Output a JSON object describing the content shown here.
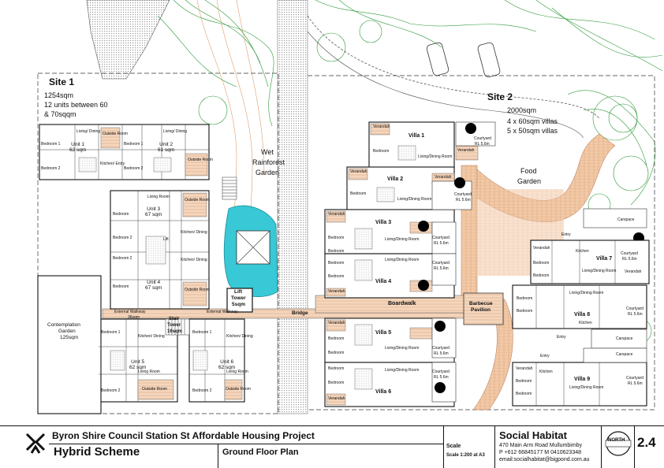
{
  "site1": {
    "title": "Site 1",
    "area": "1254sqm",
    "desc1": "12 units between 60",
    "desc2": "& 70sqqm"
  },
  "site2": {
    "title": "Site 2",
    "area": "2000sqm",
    "line1": "4 x 60sqm villas",
    "line2": "5 x 50sqm villas"
  },
  "labels": {
    "wet_garden_1": "Wet",
    "wet_garden_2": "Rainforest",
    "wet_garden_3": "Garden",
    "food_garden_1": "Food",
    "food_garden_2": "Garden",
    "lift_tower_1": "Lift",
    "lift_tower_2": "Tower",
    "lift_tower_3": "5sqm",
    "stair_tower_1": "Stair",
    "stair_tower_2": "Tower",
    "stair_tower_3": "16sqm",
    "bridge": "Bridge",
    "boardwalk": "Boardwalk",
    "bbq_1": "Barbecue",
    "bbq_2": "Pavilion",
    "contemplation_1": "Contemplation",
    "contemplation_2": "Garden",
    "contemplation_3": "125sqm",
    "ext_walkway": "External Walkway",
    "ext_walkway_area": "36sqm",
    "carspace": "Carspace"
  },
  "rooms": {
    "bedroom": "Bedroom",
    "bedroom1": "Bedroom 1",
    "bedroom2": "Bedroom 2",
    "living_dining": "Living/ Dining",
    "living_dining_room": "Living/Dining Room",
    "living_room": "Living Room",
    "outside_room": "Outside Room",
    "kitchen": "Kitchen",
    "kitchen_dining": "Kitchen/ Dining",
    "kitchen_entry": "Kitchen/ Entry",
    "entry": "Entry",
    "verandah": "Verandah",
    "courtyard": "Courtyard",
    "rl": "RL 5.6m",
    "lift": "Lift"
  },
  "units": [
    {
      "name": "Unit 1",
      "area": "62 sqm"
    },
    {
      "name": "Unit 2",
      "area": "61 sqm"
    },
    {
      "name": "Unit 3",
      "area": "67 sqm"
    },
    {
      "name": "Unit 4",
      "area": "67 sqm"
    },
    {
      "name": "Unit 5",
      "area": "62 sqm"
    },
    {
      "name": "Unit 6",
      "area": "62 sqm"
    }
  ],
  "villas": [
    "Villa 1",
    "Villa 2",
    "Villa 3",
    "Villa 4",
    "Villa 5",
    "Villa 6",
    "Villa 7",
    "Villa 8",
    "Villa 9"
  ],
  "title_block": {
    "project": "Byron Shire Council Station St Affordable Housing Project",
    "scheme": "Hybrid Scheme",
    "drawing": "Ground Floor Plan",
    "scale_label": "Scale",
    "scale_value": "Scale 1:200 at A3",
    "firm": "Social Habitat",
    "address": "470 Main Arm Road Mullumbimby",
    "phone": "P +612 66845177 M 0410623348",
    "email": "email:socialhabitat@bigpond.com.au",
    "north": "NORTH",
    "sheet": "2.4"
  },
  "colors": {
    "pond": "#38c8d6",
    "paving": "#f1c8a4",
    "hatch": "#c8c8c8",
    "landscape": "#2e9a3a",
    "contour": "#d9884a"
  }
}
